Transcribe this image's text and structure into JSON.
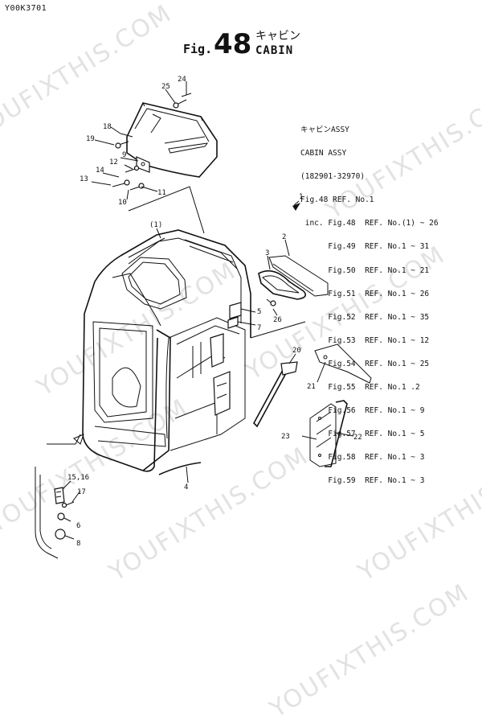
{
  "header": {
    "code": "Y00K3701",
    "fig_prefix": "Fig.",
    "fig_number": "48",
    "title_jp": "キャビン",
    "title_en": "CABIN"
  },
  "reference_block": {
    "lines": [
      "キャビンASSY",
      "CABIN ASSY",
      "(182901-32970)",
      "Fig.48 REF. No.1",
      " inc. Fig.48  REF. No.(1) ~ 26",
      "      Fig.49  REF. No.1 ~ 31",
      "      Fig.50  REF. No.1 ~ 21",
      "      Fig.51  REF. No.1 ~ 26",
      "      Fig.52  REF. No.1 ~ 35",
      "      Fig.53  REF. No.1 ~ 12",
      "      Fig.54  REF. No.1 ~ 25",
      "      Fig.55  REF. No.1 .2",
      "      Fig.56  REF. No.1 ~ 9",
      "      Fig.57  REF. No.1 ~ 5",
      "      Fig.58  REF. No.1 ~ 3",
      "      Fig.59  REF. No.1 ~ 3"
    ]
  },
  "callouts": {
    "c24": "24",
    "c25": "25",
    "c18": "18",
    "c19": "19",
    "c9": "9",
    "c12": "12",
    "c14": "14",
    "c13": "13",
    "c11": "11",
    "c10": "10",
    "c1": "1",
    "c1p": "(1)",
    "c2": "2",
    "c3": "3",
    "c5": "5",
    "c26": "26",
    "c7": "7",
    "c20": "20",
    "c21": "21",
    "c22": "22",
    "c23": "23",
    "c4": "4",
    "c1516": "15,16",
    "c17": "17",
    "c6": "6",
    "c8": "8"
  },
  "watermark": {
    "text": "YOUFIXTHIS.COM"
  }
}
